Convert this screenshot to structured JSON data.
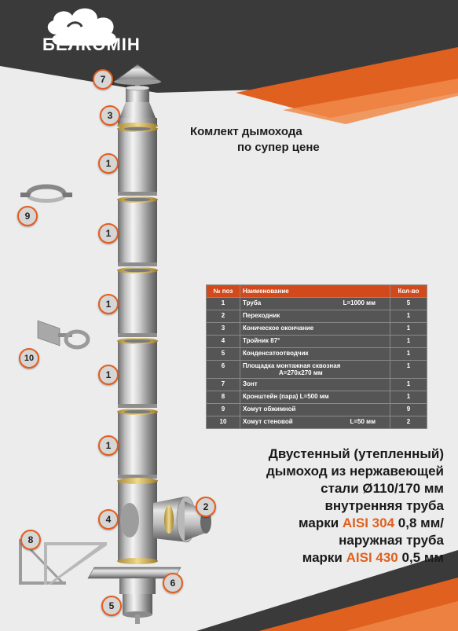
{
  "brand": {
    "name": "БЕЛКОМІН"
  },
  "title": {
    "line1": "Комлект дымохода",
    "line2": "по супер цене"
  },
  "table": {
    "headers": {
      "pos": "№ поз",
      "name": "Наименование",
      "qty": "Кол-во"
    },
    "rows": [
      {
        "pos": "1",
        "name": "Труба",
        "extra": "L=1000 мм",
        "qty": "5"
      },
      {
        "pos": "2",
        "name": "Переходник",
        "extra": "",
        "qty": "1"
      },
      {
        "pos": "3",
        "name": "Коническое окончание",
        "extra": "",
        "qty": "1"
      },
      {
        "pos": "4",
        "name": "Тройник 87°",
        "extra": "",
        "qty": "1"
      },
      {
        "pos": "5",
        "name": "Конденсатоотводчик",
        "extra": "",
        "qty": "1"
      },
      {
        "pos": "6",
        "name": "Площадка монтажная сквозная",
        "extra": "А=270х270 мм",
        "qty": "1"
      },
      {
        "pos": "7",
        "name": "Зонт",
        "extra": "",
        "qty": "1"
      },
      {
        "pos": "8",
        "name": "Кронштейн (пара) L=500 мм",
        "extra": "",
        "qty": "1"
      },
      {
        "pos": "9",
        "name": "Хомут обжимной",
        "extra": "",
        "qty": "9"
      },
      {
        "pos": "10",
        "name": "Хомут стеновой",
        "extra": "L=50 мм",
        "qty": "2"
      }
    ]
  },
  "description": {
    "line1": "Двустенный (утепленный)",
    "line2": "дымоход из нержавеющей",
    "line3": "стали Ø110/170 мм",
    "line4": "внутренняя труба",
    "line5_pre": "марки ",
    "line5_acc": "AISI 304",
    "line5_post": " 0,8 мм/",
    "line6": "наружная труба",
    "line7_pre": "марки ",
    "line7_acc": "AISI 430",
    "line7_post": " 0,5 мм"
  },
  "badges": {
    "b7": "7",
    "b3": "3",
    "b1a": "1",
    "b9": "9",
    "b1b": "1",
    "b1c": "1",
    "b10": "10",
    "b1d": "1",
    "b1e": "1",
    "b2": "2",
    "b4": "4",
    "b8": "8",
    "b6": "6",
    "b5": "5"
  },
  "colors": {
    "accent": "#e0601f",
    "dark": "#3a3a3a",
    "table_header": "#d24a1c",
    "table_row": "#555555"
  }
}
